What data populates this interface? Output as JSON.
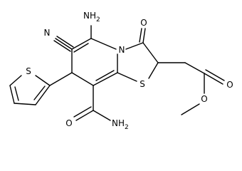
{
  "molecule": {
    "labels": {
      "amino": "NH",
      "amino_sub": "2",
      "carbonyl_oxygen": "O",
      "nitrile_nitrogen": "N",
      "ring_nitrogen": "N",
      "thiazole_sulfur": "S",
      "thiophene_sulfur": "S",
      "ester_oxygen_double": "O",
      "ester_oxygen_single": "O",
      "amide_oxygen": "O",
      "amide_nitrogen": "NH",
      "amide_sub": "2"
    }
  }
}
